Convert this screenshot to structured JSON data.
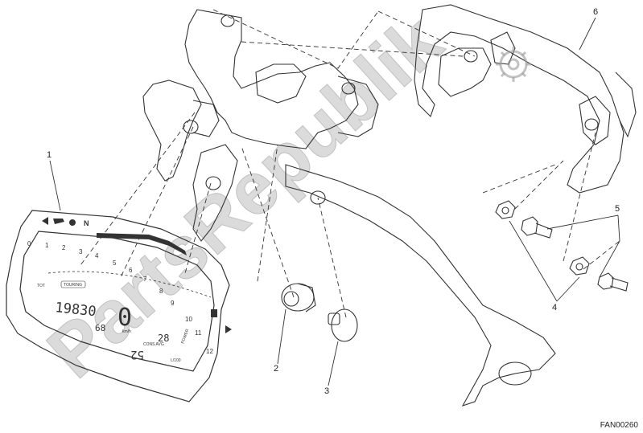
{
  "diagram": {
    "callouts": [
      "1",
      "2",
      "3",
      "4",
      "5",
      "6"
    ],
    "reference_code": "FAN00260",
    "watermark": "PartsRepublik"
  },
  "dashboard": {
    "indicator_n": "N",
    "scale": [
      "0",
      "1",
      "2",
      "3",
      "4",
      "5",
      "6",
      "7",
      "8",
      "9",
      "10",
      "11",
      "12"
    ],
    "tot_label": "TOT",
    "mode_label": "TOURING",
    "odometer": "19830",
    "gear": "0",
    "speed_unit": "km/h",
    "temperature": "68",
    "cons_label": "CONS AVG",
    "cons_unit": "L/100",
    "consumption": "52",
    "trip_small": "28",
    "brand_label": "POWER"
  }
}
